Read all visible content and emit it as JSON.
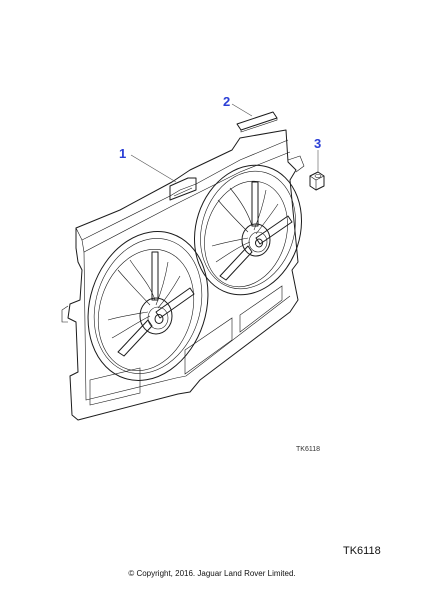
{
  "callouts": {
    "part_1": "1",
    "part_2": "2",
    "part_3": "3"
  },
  "drawing_code_small": "TK6118",
  "drawing_code": "TK6118",
  "copyright": "© Copyright, 2016. Jaguar Land Rover Limited.",
  "colors": {
    "callout_blue": "#2b3fd6",
    "line": "#1c1c1c",
    "shade": "#d9d9d9"
  }
}
